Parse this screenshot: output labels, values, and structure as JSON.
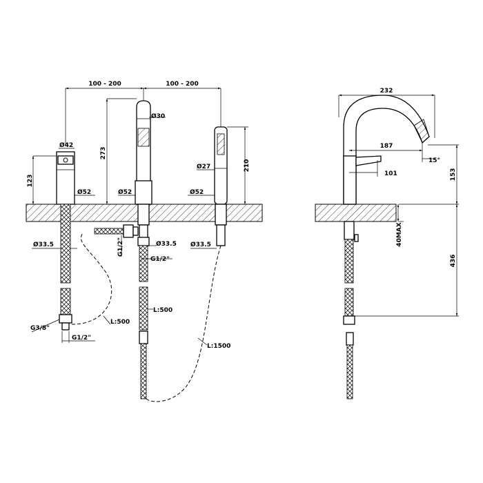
{
  "dims": {
    "spacing_left": "100 - 200",
    "spacing_right": "100 - 200",
    "spout_diameter": "Ø30",
    "handle_diameter": "Ø42",
    "height_handle": "123",
    "height_spout": "273",
    "base_left": "Ø52",
    "base_center": "Ø52",
    "base_right": "Ø52",
    "shower_diameter": "Ø27",
    "height_shower": "210",
    "below_left": "Ø33.5",
    "below_center": "Ø33.5",
    "below_right": "Ø33.5",
    "thread_vertical": "G1/2\"",
    "thread_center": "G1/2\"",
    "thread_left_nut": "G3/8\"",
    "thread_left_bottom": "G1/2\"",
    "hose_left": "L:500",
    "hose_center": "L:500",
    "hose_shower": "L:1500",
    "side_width": "232",
    "side_reach": "187",
    "side_angle": "15°",
    "side_lever": "101",
    "side_height": "153",
    "side_counter": "40MAX",
    "side_below": "436"
  }
}
